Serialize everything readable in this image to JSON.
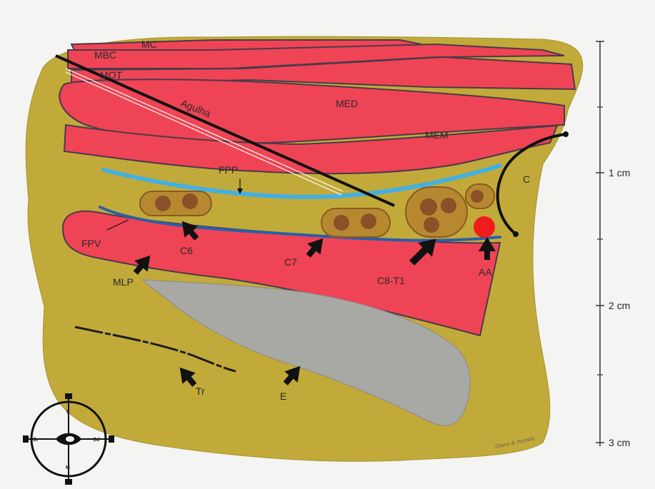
{
  "labels": {
    "mc": "MC",
    "mbc": "MBC",
    "mot": "MOT",
    "agulha": "Agulha",
    "med": "MED",
    "mem": "MEM",
    "c": "C",
    "fpp": "FPP",
    "fpv": "FPV",
    "c6": "C6",
    "c7": "C7",
    "c8t1": "C8-T1",
    "aa": "AA",
    "mlp": "MLP",
    "tr": "Tr",
    "e": "E"
  },
  "scale": {
    "tick1": "1 cm",
    "tick2": "2 cm",
    "tick3": "3 cm"
  },
  "compass": {
    "top": "L",
    "bottom": "M",
    "left": "Cr",
    "right": "Cd"
  },
  "signature": "Otero & Portela",
  "colors": {
    "tissue": "#c2aa3a",
    "muscle": "#ef4455",
    "fascia_light": "#44b0e0",
    "fascia_dark": "#2a5fa8",
    "nerve": "#b07a2e",
    "artery": "#f01c1c",
    "bone": "#a8a8a4"
  }
}
